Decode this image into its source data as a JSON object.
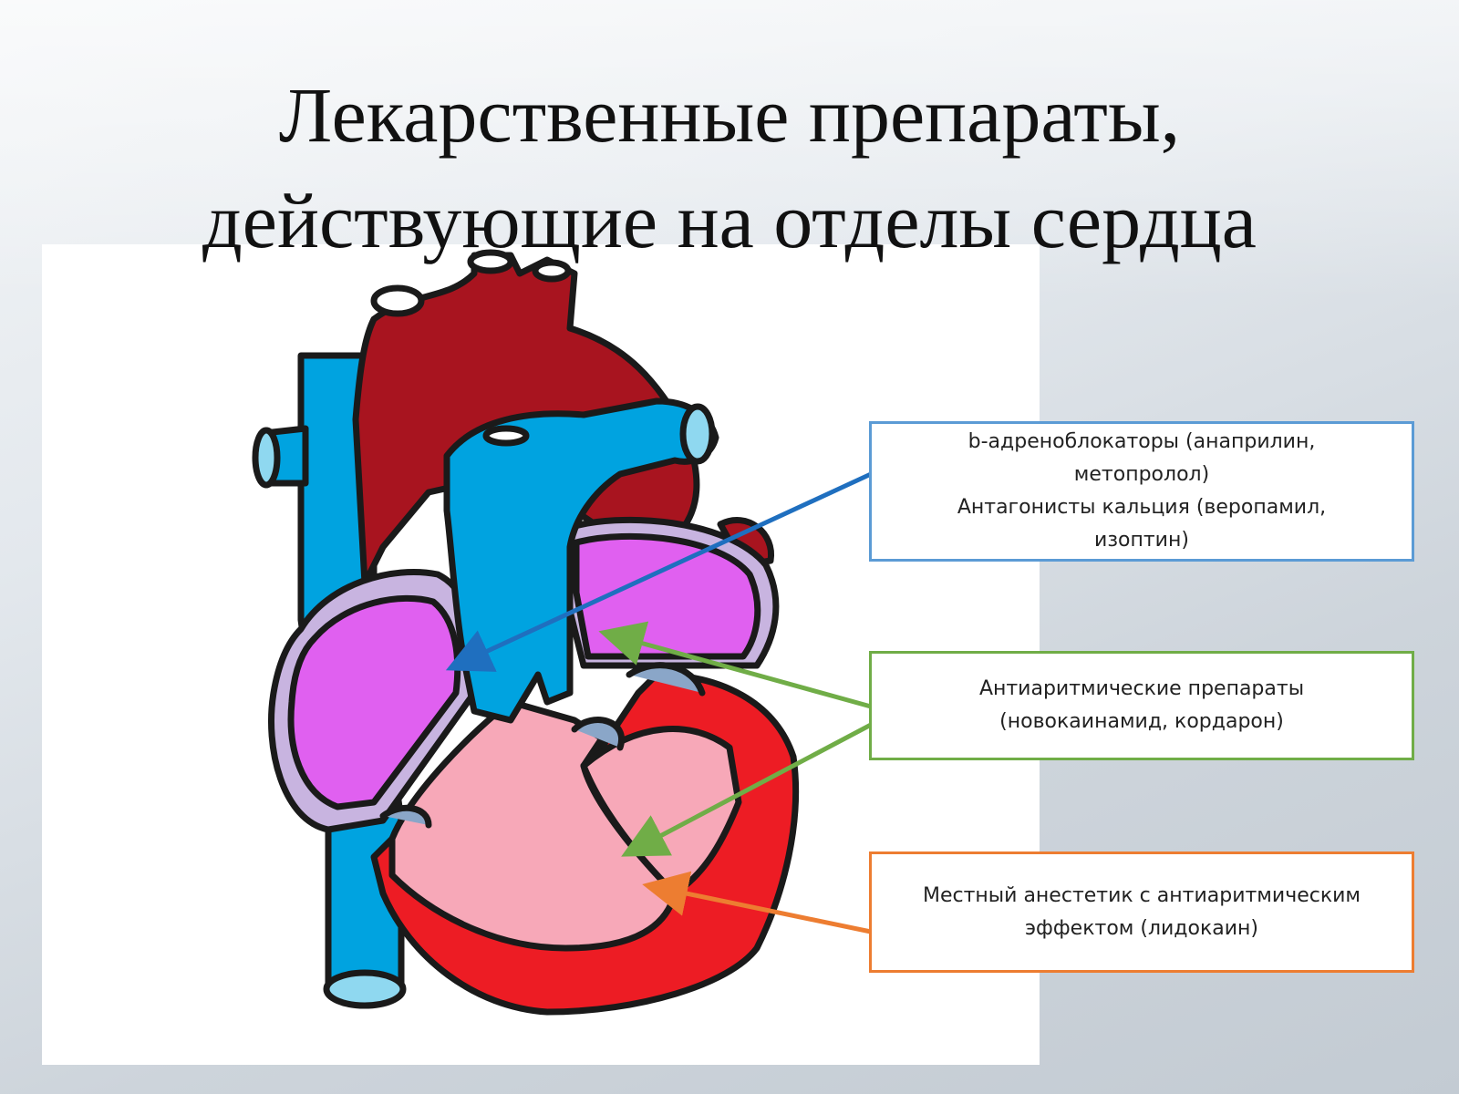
{
  "title": {
    "line1": "Лекарственные препараты,",
    "line2": "действующие на отделы сердца"
  },
  "labels": [
    {
      "lines": [
        "b-адреноблокаторы (анаприлин,",
        "метопролол)",
        "Антагонисты кальция (веропамил,",
        "изоптин)"
      ],
      "color": "#5b9bd5"
    },
    {
      "lines": [
        "Антиаритмические препараты",
        "(новокаинамид, кордарон)"
      ],
      "color": "#70ad47"
    },
    {
      "lines": [
        "Местный анестетик с антиаритмическим",
        "эффектом (лидокаин)"
      ],
      "color": "#ed7d31"
    }
  ],
  "colors": {
    "aorta": "#a8141f",
    "vein": "#00a3e0",
    "atrium": "#e060f0",
    "ventricle_left": "#ed1c24",
    "ventricle_right": "#f7a8b8",
    "membrane": "#c8b4e0"
  }
}
